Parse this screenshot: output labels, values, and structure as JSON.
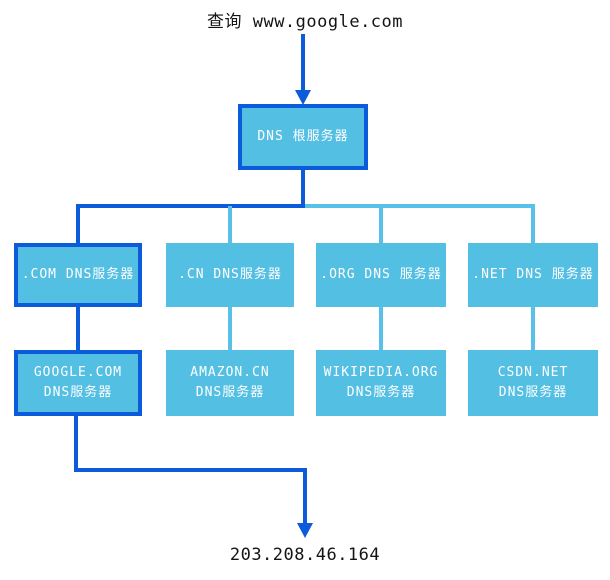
{
  "diagram": {
    "title": "查询 www.google.com",
    "result_ip": "203.208.46.164",
    "colors": {
      "path_blue": "#0b5bdb",
      "branch_light_blue": "#58c1e7",
      "node_fill": "#53bfe3",
      "node_text": "#ffffff",
      "label_text": "#141414"
    },
    "root": {
      "label": "DNS 根服务器"
    },
    "tld_servers": [
      {
        "label": ".COM DNS服务器",
        "highlighted": true
      },
      {
        "label": ".CN DNS服务器",
        "highlighted": false
      },
      {
        "label": ".ORG DNS 服务器",
        "highlighted": false
      },
      {
        "label": ".NET DNS 服务器",
        "highlighted": false
      }
    ],
    "authoritative_servers": [
      {
        "line1": "GOOGLE.COM",
        "line2": "DNS服务器",
        "highlighted": true
      },
      {
        "line1": "AMAZON.CN",
        "line2": "DNS服务器",
        "highlighted": false
      },
      {
        "line1": "WIKIPEDIA.ORG",
        "line2": "DNS服务器",
        "highlighted": false
      },
      {
        "line1": "CSDN.NET",
        "line2": "DNS服务器",
        "highlighted": false
      }
    ]
  }
}
